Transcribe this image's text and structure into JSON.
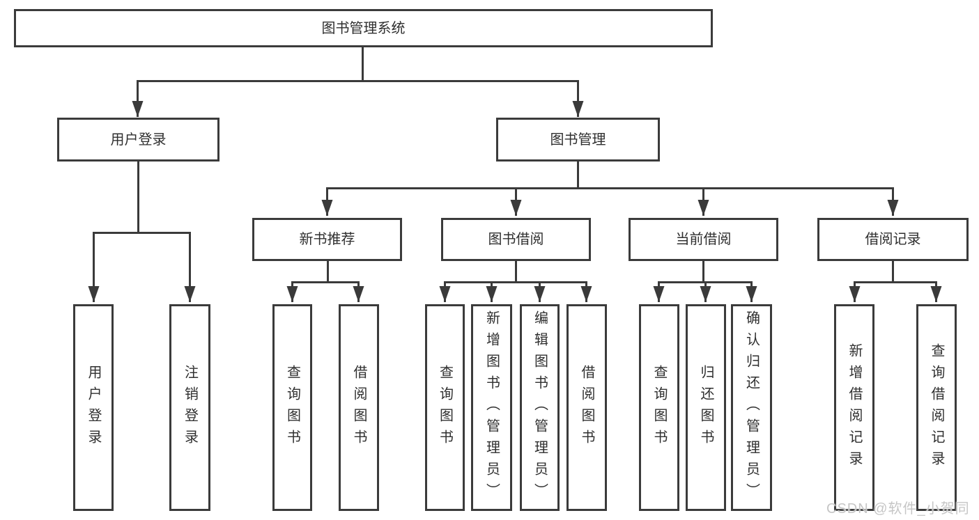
{
  "diagram": {
    "line_color": "#3a3a3a",
    "text_color": "#2f2f2f",
    "root": {
      "id": "library-management-system",
      "label": "图书管理系统"
    },
    "level2": [
      {
        "id": "user-login",
        "label": "用户登录",
        "parent": "library-management-system"
      },
      {
        "id": "book-management",
        "label": "图书管理",
        "parent": "library-management-system"
      }
    ],
    "level3": [
      {
        "id": "new-book-recommendation",
        "label": "新书推荐",
        "parent": "book-management"
      },
      {
        "id": "book-borrowing",
        "label": "图书借阅",
        "parent": "book-management"
      },
      {
        "id": "current-borrowing",
        "label": "当前借阅",
        "parent": "book-management"
      },
      {
        "id": "borrowing-records",
        "label": "借阅记录",
        "parent": "book-management"
      }
    ],
    "leaves": [
      {
        "id": "user-login-action",
        "label": "用户登录",
        "parent": "user-login"
      },
      {
        "id": "logout-action",
        "label": "注销登录",
        "parent": "user-login"
      },
      {
        "id": "query-books-recommend",
        "label": "查询图书",
        "parent": "new-book-recommendation"
      },
      {
        "id": "borrow-books-recommend",
        "label": "借阅图书",
        "parent": "new-book-recommendation"
      },
      {
        "id": "query-books-borrowing",
        "label": "查询图书",
        "parent": "book-borrowing"
      },
      {
        "id": "add-books-admin",
        "label": "新增图书（管理员）",
        "parent": "book-borrowing"
      },
      {
        "id": "edit-books-admin",
        "label": "编辑图书（管理员）",
        "parent": "book-borrowing"
      },
      {
        "id": "borrow-books",
        "label": "借阅图书",
        "parent": "book-borrowing"
      },
      {
        "id": "query-books-current",
        "label": "查询图书",
        "parent": "current-borrowing"
      },
      {
        "id": "return-books",
        "label": "归还图书",
        "parent": "current-borrowing"
      },
      {
        "id": "confirm-return-admin",
        "label": "确认归还（管理员）",
        "parent": "current-borrowing"
      },
      {
        "id": "add-borrowing-record",
        "label": "新增借阅记录",
        "parent": "borrowing-records"
      },
      {
        "id": "query-borrowing-record",
        "label": "查询借阅记录",
        "parent": "borrowing-records"
      }
    ]
  },
  "watermark": {
    "text": "CSDN @软件_小贺同学"
  }
}
